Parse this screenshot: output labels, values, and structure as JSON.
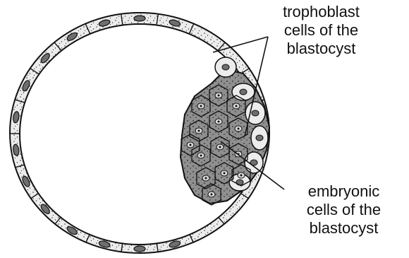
{
  "labels": {
    "trophoblast": [
      "trophoblast",
      "cells of the",
      "blastocyst"
    ],
    "embryonic": [
      "embryonic",
      "cells of the",
      "blastocyst"
    ]
  },
  "colors": {
    "outline": "#111111",
    "trophoblast_fill": "#ececec",
    "embryonic_fill": "#8f8f8f",
    "nucleus_fill": "#6e6e6e",
    "background": "#ffffff"
  }
}
